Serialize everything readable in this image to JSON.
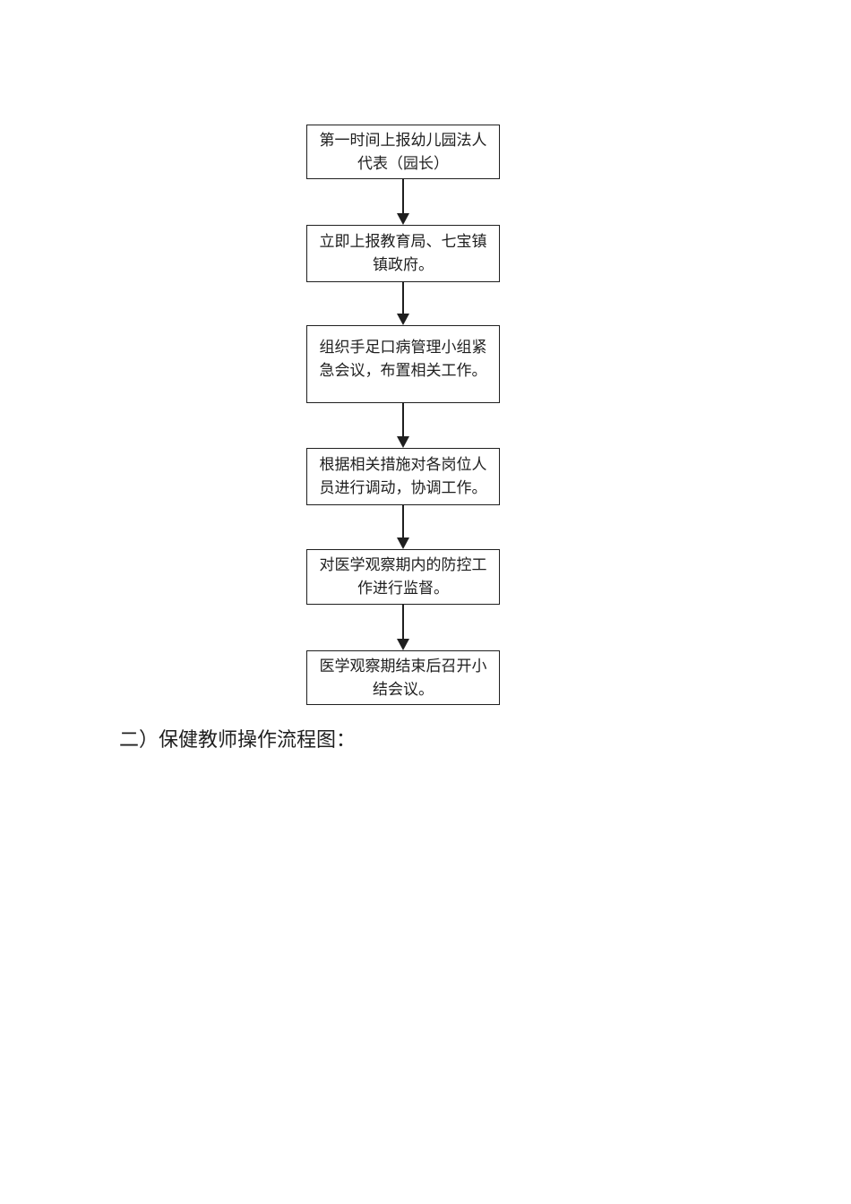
{
  "document": {
    "flowchart": {
      "title": "",
      "steps": [
        {
          "line1": "第一时间上报幼儿园法人",
          "line2": "代表（园长）"
        },
        {
          "line1": "立即上报教育局、七宝镇",
          "line2": "镇政府。"
        },
        {
          "line1": "组织手足口病管理小组紧",
          "line2": "急会议，布置相关工作。"
        },
        {
          "line1": "根据相关措施对各岗位人",
          "line2": "员进行调动，协调工作。"
        },
        {
          "line1": "对医学观察期内的防控工",
          "line2": "作进行监督。"
        },
        {
          "line1": "医学观察期结束后召开小",
          "line2": "结会议。"
        }
      ]
    },
    "caption": "二）保健教师操作流程图："
  },
  "colors": {
    "ink": "#1f1f1f",
    "background": "#ffffff"
  }
}
